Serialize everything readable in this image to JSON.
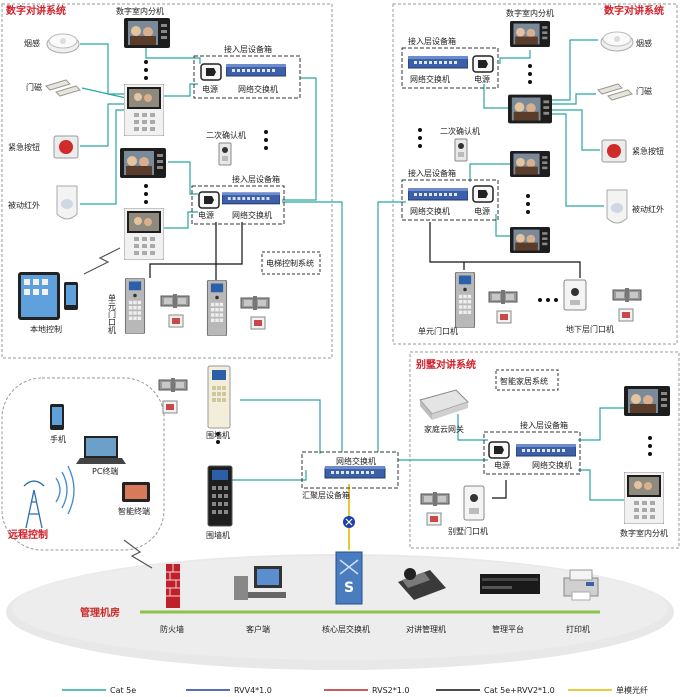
{
  "sections": {
    "digital_left": "数字对讲系统",
    "digital_right": "数字对讲系统",
    "villa": "别墅对讲系统",
    "remote": "远程控制",
    "machine_room": "管理机房"
  },
  "labels": {
    "indoor_unit_top_left": "数字室内分机",
    "indoor_unit_top_right": "数字室内分机",
    "indoor_unit_villa": "数字室内分机",
    "access_box_1": "接入层设备箱",
    "access_box_2": "接入层设备箱",
    "access_box_3": "接入层设备箱",
    "access_box_4": "接入层设备箱",
    "access_box_5": "接入层设备箱",
    "power": "电源",
    "network_switch": "网络交换机",
    "smoke_left": "烟感",
    "smoke_right": "烟感",
    "door_left": "门磁",
    "door_right": "门磁",
    "emergency_left": "紧急按钮",
    "emergency_right": "紧急按钮",
    "infrared_left": "被动红外",
    "infrared_right": "被动红外",
    "confirm_left": "二次确认机",
    "confirm_right": "二次确认机",
    "local_control": "本地控制",
    "unit_door_left": "单元门口机",
    "unit_door_right": "单元门口机",
    "basement_door": "地下层门口机",
    "elevator": "电梯控制系统",
    "wall_1": "围墙机",
    "wall_2": "围墙机",
    "aggregation_box": "汇聚层设备箱",
    "smart_home": "智能家居系统",
    "home_gateway": "家庭云网关",
    "villa_door": "别墅门口机",
    "phone": "手机",
    "pc": "PC终端",
    "smart_terminal": "智能终端",
    "firewall": "防火墙",
    "client": "客户端",
    "core_switch": "核心层交换机",
    "intercom_mgmt": "对讲管理机",
    "mgmt_platform": "管理平台",
    "printer": "打印机",
    "switch_letter": "S"
  },
  "legend": [
    {
      "label": "Cat 5e",
      "color": "#2aa7a0"
    },
    {
      "label": "RVV4*1.0",
      "color": "#1f3fa8"
    },
    {
      "label": "RVS2*1.0",
      "color": "#c0202a"
    },
    {
      "label": "Cat 5e+RVV2*1.0",
      "color": "#111111"
    },
    {
      "label": "单模光纤",
      "color": "#e6b800"
    }
  ],
  "colors": {
    "cat5e": "#2aa7a0",
    "rvv4": "#1f3fa8",
    "rvs2": "#c0202a",
    "combo": "#111111",
    "fiber": "#e6b800"
  }
}
